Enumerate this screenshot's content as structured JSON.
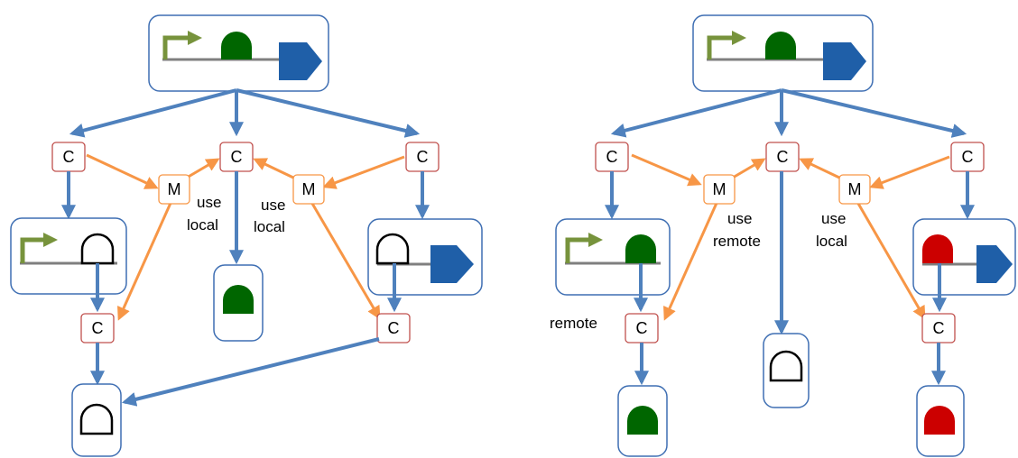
{
  "labels": {
    "controller": "C",
    "merge": "M",
    "use": "use",
    "local": "local",
    "remote": "remote"
  },
  "colors": {
    "box_border": "#3f6fb3",
    "blue_arrow": "#4f81bd",
    "orange_arrow": "#f79646",
    "c_border": "#c0504d",
    "m_border": "#f79646",
    "promoter": "#77933c",
    "green_part": "#006600",
    "red_part": "#cc0000",
    "terminator": "#1f5fa8",
    "backbone": "#7f7f7f"
  },
  "icons": [
    "promoter-arrow-icon",
    "dome-part-icon",
    "terminator-icon"
  ]
}
